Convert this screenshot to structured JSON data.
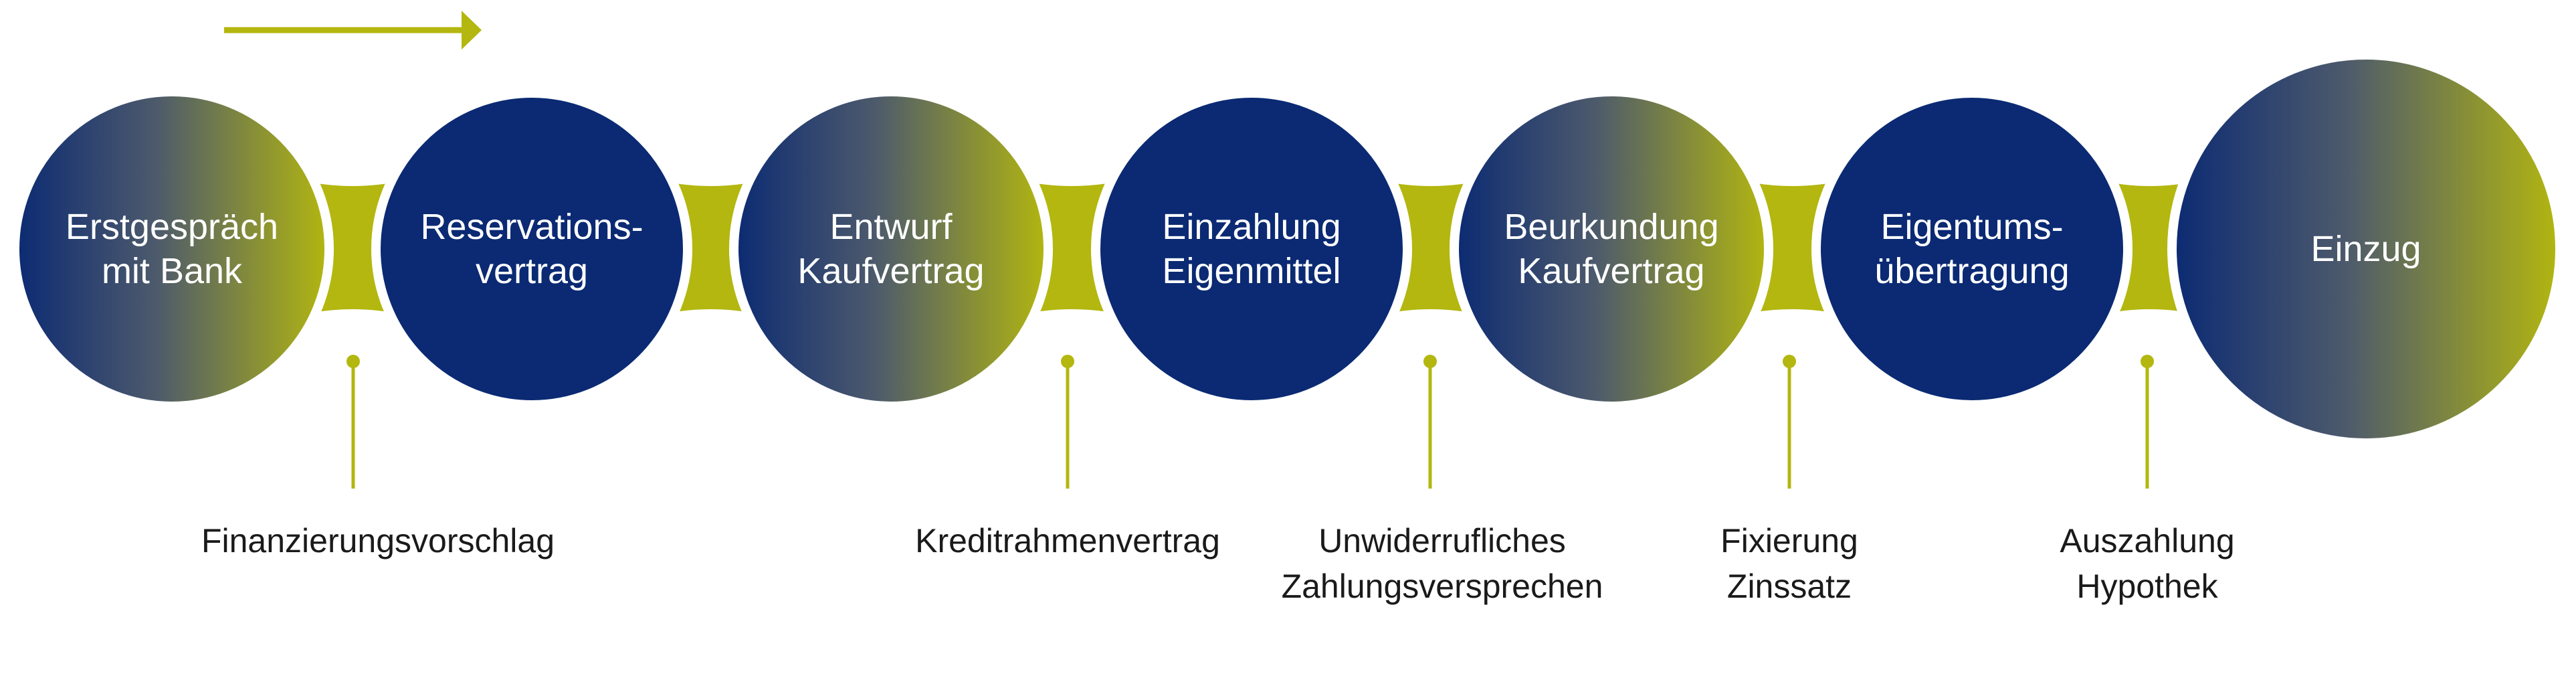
{
  "colors": {
    "navy": "#0b2a73",
    "olive": "#b3b70f",
    "label_dark": "#1a1a1a",
    "white": "#ffffff"
  },
  "steps": [
    {
      "lines": [
        "Erstgespräch",
        "mit Bank"
      ],
      "style": "gradient"
    },
    {
      "lines": [
        "Reservations-",
        "vertrag"
      ],
      "style": "solid"
    },
    {
      "lines": [
        "Entwurf",
        "Kaufvertrag"
      ],
      "style": "gradient"
    },
    {
      "lines": [
        "Einzahlung",
        "Eigenmittel"
      ],
      "style": "solid"
    },
    {
      "lines": [
        "Beurkundung",
        "Kaufvertrag"
      ],
      "style": "gradient"
    },
    {
      "lines": [
        "Eigentums-",
        "übertragung"
      ],
      "style": "solid"
    },
    {
      "lines": [
        "Einzug"
      ],
      "style": "gradient"
    }
  ],
  "milestones": [
    {
      "lines": [
        "Finanzierungsvorschlag"
      ]
    },
    {
      "lines": [
        "Kreditrahmenvertrag"
      ]
    },
    {
      "lines": [
        "Unwiderrufliches",
        "Zahlungsversprechen"
      ]
    },
    {
      "lines": [
        "Fixierung",
        "Zinssatz"
      ]
    },
    {
      "lines": [
        "Auszahlung",
        "Hypothek"
      ]
    }
  ]
}
